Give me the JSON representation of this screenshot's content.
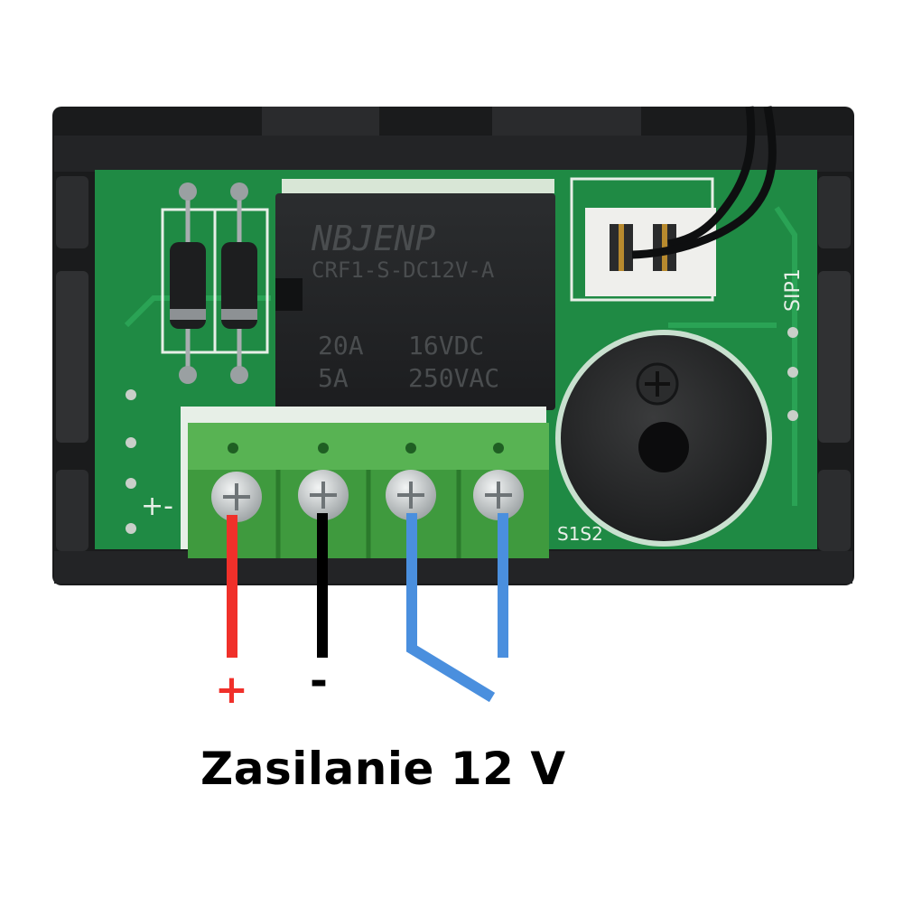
{
  "relay": {
    "brand": "NBJENP",
    "model": "CRF1-S-DC12V-A",
    "rating_current_1": "20A",
    "rating_voltage_1": "16VDC",
    "rating_current_2": "5A",
    "rating_voltage_2": "250VAC"
  },
  "silkscreen": {
    "sip1": "SIP1",
    "s1s2": "S1S2",
    "power_polarity": "+-"
  },
  "wires": {
    "positive": {
      "label": "+",
      "color": "#f0302a"
    },
    "negative": {
      "label": "-",
      "color": "#000000"
    },
    "relay_a": {
      "color": "#4a8fde"
    },
    "relay_b": {
      "color": "#4a8fde"
    }
  },
  "caption": "Zasilanie 12 V"
}
